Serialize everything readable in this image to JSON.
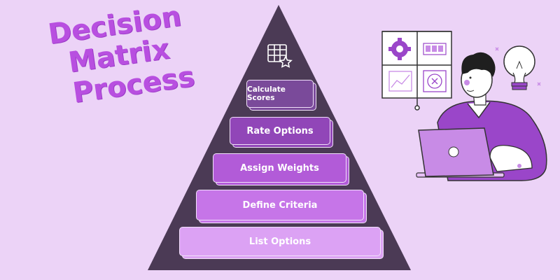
{
  "title": {
    "line1": "Decision Matrix",
    "line2": "Process"
  },
  "pyramid": {
    "color": "#4b3a55",
    "steps": [
      {
        "label": "Calculate Scores",
        "color": "#7a4a9a"
      },
      {
        "label": "Rate Options",
        "color": "#9146b8"
      },
      {
        "label": "Assign Weights",
        "color": "#b25bd8"
      },
      {
        "label": "Define Criteria",
        "color": "#c675e8"
      },
      {
        "label": "List Options",
        "color": "#dca2f4"
      }
    ]
  },
  "icons": {
    "top": "table-star-icon",
    "board": [
      "gear-icon",
      "slider-icon",
      "line-chart-icon",
      "x-circle-icon"
    ],
    "lightbulb": "lightbulb-icon"
  },
  "colors": {
    "background": "#ecd3f7",
    "accent": "#9a46c9"
  }
}
